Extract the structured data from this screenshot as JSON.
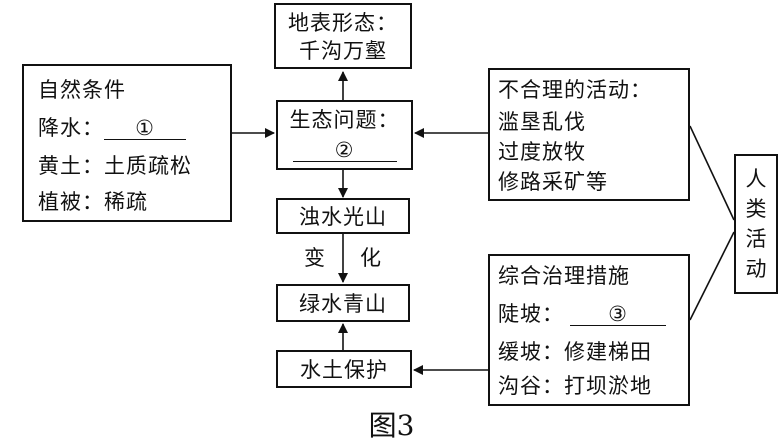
{
  "landform": {
    "title": "地表形态：",
    "value": "千沟万壑"
  },
  "natural": {
    "title": "自然条件",
    "rain_label": "降水：",
    "rain_blank": "①",
    "soil": "黄土：土质疏松",
    "veg": "植被：稀疏"
  },
  "eco": {
    "title": "生态问题：",
    "blank": "②"
  },
  "bad": {
    "title": "不合理的活动：",
    "items": [
      "滥垦乱伐",
      "过度放牧",
      "修路采矿等"
    ]
  },
  "human": {
    "chars": [
      "人",
      "类",
      "活",
      "动"
    ]
  },
  "muddy": "浊水光山",
  "change": {
    "left": "变",
    "right": "化"
  },
  "green": "绿水青山",
  "protect": "水土保护",
  "measures": {
    "title": "综合治理措施",
    "steep_label": "陡坡：",
    "steep_blank": "③",
    "gentle": "缓坡：修建梯田",
    "gully": "沟谷：打坝淤地"
  },
  "caption": "图3"
}
